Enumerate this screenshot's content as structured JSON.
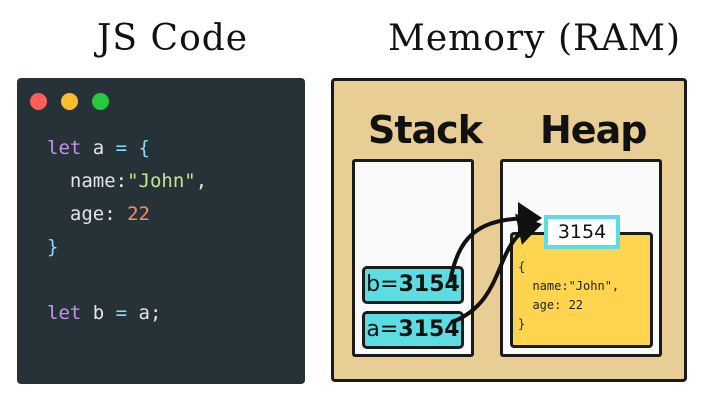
{
  "headings": {
    "code": "JS Code",
    "memory": "Memory (RAM)"
  },
  "code_window": {
    "dots": [
      "#ff5f56",
      "#ffbd2e",
      "#27c93f"
    ],
    "lines": {
      "l1_kw": "let",
      "l1_var": " a ",
      "l1_op": "=",
      "l1_brace": " {",
      "l2_key": "  name:",
      "l2_val": "\"John\"",
      "l2_comma": ",",
      "l3_key": "  age: ",
      "l3_val": "22",
      "l4_brace": "}",
      "l6_kw": "let",
      "l6_var": " b ",
      "l6_op": "=",
      "l6_rest": " a;"
    }
  },
  "memory": {
    "stack_title": "Stack",
    "heap_title": "Heap",
    "stack_vars": [
      {
        "name": "b=",
        "value": "3154"
      },
      {
        "name": "a=",
        "value": "3154"
      }
    ],
    "heap_address": "3154",
    "heap_object": "{\n  name:\"John\",\n  age: 22\n}"
  },
  "colors": {
    "code_bg": "#263238",
    "memory_bg": "#e8cd94",
    "stack_var": "#5ddde2",
    "heap_object": "#ffd54f"
  }
}
